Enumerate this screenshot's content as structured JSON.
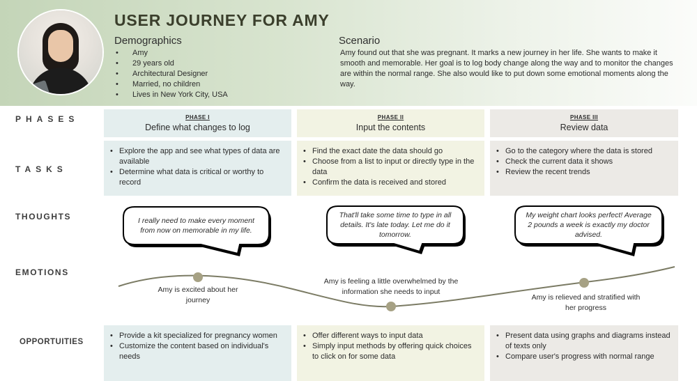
{
  "title": "USER JOURNEY FOR AMY",
  "demographics": {
    "heading": "Demographics",
    "items": [
      "Amy",
      "29 years old",
      "Architectural Designer",
      "Married, no children",
      "Lives in New York City, USA"
    ]
  },
  "scenario": {
    "heading": "Scenario",
    "text": "Amy found out that she was pregnant. It marks a new journey in her life. She wants to make it smooth and memorable. Her goal is to log body change along the way and to monitor the changes are within the normal range. She also would like to put down some emotional moments along the way."
  },
  "row_labels": {
    "phases": "PHASES",
    "tasks": "TASKS",
    "thoughts": "THOUGHTS",
    "emotions": "EMOTIONS",
    "opportunities": "OPPORTUITIES"
  },
  "phases": [
    {
      "number": "PHASE I",
      "title": "Define what changes to log"
    },
    {
      "number": "PHASE II",
      "title": "Input the contents"
    },
    {
      "number": "PHASE III",
      "title": "Review data"
    }
  ],
  "tasks": [
    [
      "Explore the app and see what types of data are available",
      "Determine what data is critical or worthy to record"
    ],
    [
      "Find the exact date the data should go",
      "Choose from a list to input or directly type in the data",
      "Confirm the data is received and stored"
    ],
    [
      "Go to the category where the data is stored",
      "Check the current data it shows",
      "Review the recent trends"
    ]
  ],
  "thoughts": [
    "I really need to make every moment from now on memorable in my life.",
    "That'll take some time to type in all details. It's late today. Let me do it tomorrow.",
    "My weight chart looks perfect! Average 2 pounds a week is exactly my doctor advised."
  ],
  "emotions": [
    "Amy is excited about her journey",
    "Amy is feeling a little overwhelmed by the information she needs to input",
    "Amy is relieved and stratified with her progress"
  ],
  "opportunities": [
    [
      "Provide a kit specialized for pregnancy women",
      "Customize the content based on individual's needs"
    ],
    [
      "Offer different ways to input data",
      "Simply input methods by offering quick choices to click on for some data"
    ],
    [
      "Present data using graphs and diagrams instead of texts only",
      "Compare user's progress with normal range"
    ]
  ],
  "colors": {
    "phase1": "#e4eeee",
    "phase2": "#f2f3e3",
    "phase3": "#eceae6",
    "emotion_line": "#7b7b64",
    "emotion_dot": "#a6a184"
  }
}
